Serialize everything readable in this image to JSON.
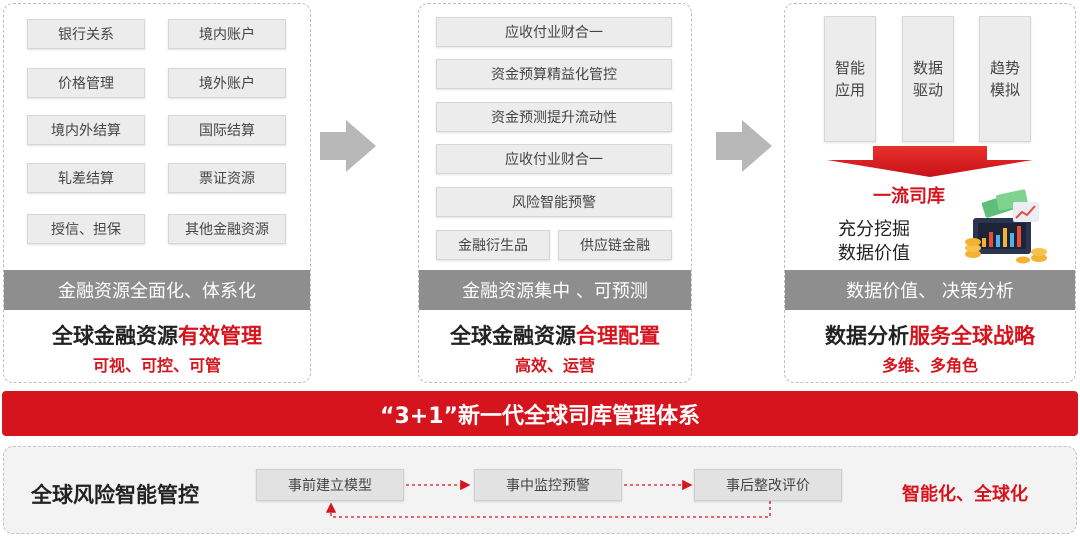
{
  "panel1": {
    "items": [
      "银行关系",
      "境内账户",
      "价格管理",
      "境外账户",
      "境内外结算",
      "国际结算",
      "轧差结算",
      "票证资源",
      "授信、担保",
      "其他金融资源"
    ],
    "bar": "金融资源全面化、体系化",
    "title_black": "全球金融资源",
    "title_red": "有效管理",
    "subtitle": "可视、可控、可管"
  },
  "panel2": {
    "items": [
      "应收付业财合一",
      "资金预算精益化管控",
      "资金预测提升流动性",
      "应收付业财合一",
      "风险智能预警"
    ],
    "half_items": [
      "金融衍生品",
      "供应链金融"
    ],
    "bar": "金融资源集中 、可预测",
    "title_black": "全球金融资源",
    "title_red": "合理配置",
    "subtitle": "高效、运营"
  },
  "panel3": {
    "columns": [
      {
        "line1": "智能",
        "line2": "应用"
      },
      {
        "line1": "数据",
        "line2": "驱动"
      },
      {
        "line1": "趋势",
        "line2": "模拟"
      }
    ],
    "highlight": "一流司库",
    "desc_line1": "充分挖掘",
    "desc_line2": "数据价值",
    "bar": "数据价值、 决策分析",
    "title_black": "数据分析",
    "title_red": "服务全球战略",
    "subtitle": "多维、多角色"
  },
  "band": "“3+1”新一代全球司库管理体系",
  "bottom": {
    "title": "全球风险智能管控",
    "steps": [
      "事前建立模型",
      "事中监控预警",
      "事后整改评价"
    ],
    "right": "智能化、全球化"
  },
  "colors": {
    "accent_red": "#d6141e",
    "bar_gray": "#8e8e8e",
    "chip_gray": "#ececec"
  }
}
